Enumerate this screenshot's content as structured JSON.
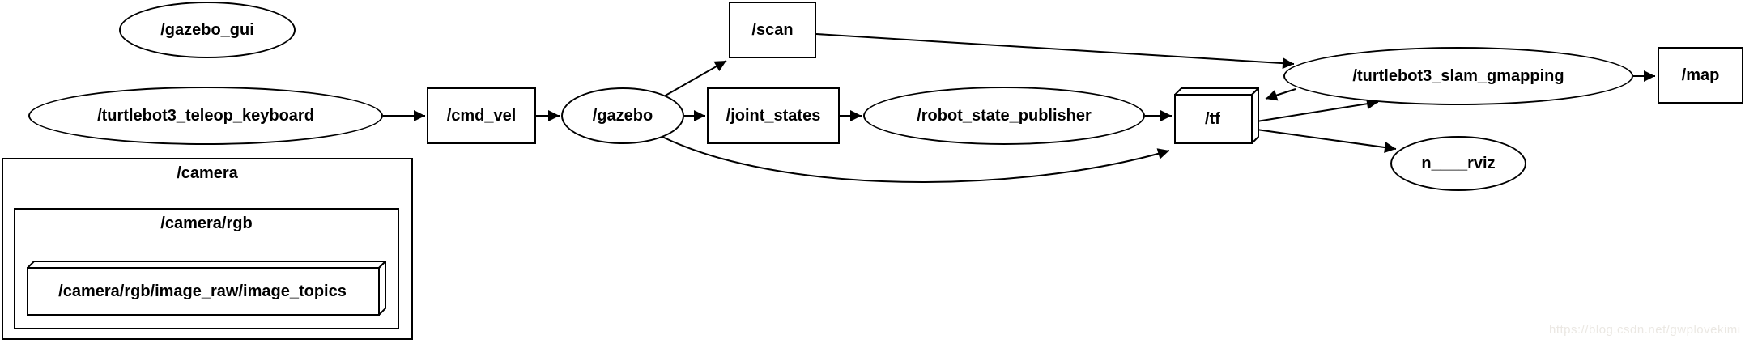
{
  "diagram_type": "ros-rqt-graph",
  "nodes": {
    "gazebo_gui": {
      "label": "/gazebo_gui",
      "shape": "ellipse"
    },
    "teleop": {
      "label": "/turtlebot3_teleop_keyboard",
      "shape": "ellipse"
    },
    "cmd_vel": {
      "label": "/cmd_vel",
      "shape": "box"
    },
    "gazebo": {
      "label": "/gazebo",
      "shape": "ellipse"
    },
    "scan": {
      "label": "/scan",
      "shape": "box"
    },
    "joint_states": {
      "label": "/joint_states",
      "shape": "box"
    },
    "robot_state_publisher": {
      "label": "/robot_state_publisher",
      "shape": "ellipse"
    },
    "tf": {
      "label": "/tf",
      "shape": "box3d"
    },
    "slam_gmapping": {
      "label": "/turtlebot3_slam_gmapping",
      "shape": "ellipse"
    },
    "map": {
      "label": "/map",
      "shape": "box"
    },
    "rviz": {
      "label": "n____rviz",
      "shape": "ellipse"
    },
    "camera": {
      "label": "/camera",
      "shape": "cluster"
    },
    "camera_rgb": {
      "label": "/camera/rgb",
      "shape": "cluster"
    },
    "image_topics": {
      "label": "/camera/rgb/image_raw/image_topics",
      "shape": "box3d"
    }
  },
  "edges": [
    {
      "from": "/turtlebot3_teleop_keyboard",
      "to": "/cmd_vel"
    },
    {
      "from": "/cmd_vel",
      "to": "/gazebo"
    },
    {
      "from": "/gazebo",
      "to": "/scan"
    },
    {
      "from": "/gazebo",
      "to": "/joint_states"
    },
    {
      "from": "/gazebo",
      "to": "/tf"
    },
    {
      "from": "/scan",
      "to": "/turtlebot3_slam_gmapping"
    },
    {
      "from": "/joint_states",
      "to": "/robot_state_publisher"
    },
    {
      "from": "/robot_state_publisher",
      "to": "/tf"
    },
    {
      "from": "/tf",
      "to": "/turtlebot3_slam_gmapping"
    },
    {
      "from": "/turtlebot3_slam_gmapping",
      "to": "/tf"
    },
    {
      "from": "/tf",
      "to": "n____rviz"
    },
    {
      "from": "/turtlebot3_slam_gmapping",
      "to": "/map"
    }
  ],
  "colors": {
    "line": "#000000",
    "background": "#ffffff",
    "watermark": "#ebe8e3"
  },
  "watermark": "https://blog.csdn.net/gwplovekimi"
}
